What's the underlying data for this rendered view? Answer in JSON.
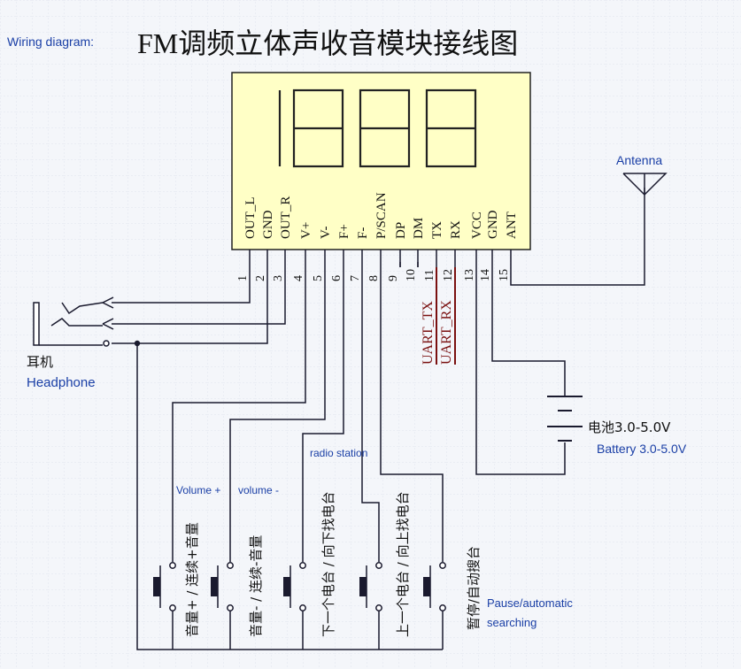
{
  "header": {
    "label_en": "Wiring diagram:",
    "title": "FM调频立体声收音模块接线图"
  },
  "module": {
    "pins": [
      {
        "num": "1",
        "label": "OUT_L"
      },
      {
        "num": "2",
        "label": "GND"
      },
      {
        "num": "3",
        "label": "OUT_R"
      },
      {
        "num": "4",
        "label": "V+"
      },
      {
        "num": "5",
        "label": "V-"
      },
      {
        "num": "6",
        "label": "F+"
      },
      {
        "num": "7",
        "label": "F-"
      },
      {
        "num": "8",
        "label": "P/SCAN"
      },
      {
        "num": "9",
        "label": "DP"
      },
      {
        "num": "10",
        "label": "DM"
      },
      {
        "num": "11",
        "label": "TX"
      },
      {
        "num": "12",
        "label": "RX"
      },
      {
        "num": "13",
        "label": "VCC"
      },
      {
        "num": "14",
        "label": "GND"
      },
      {
        "num": "15",
        "label": "ANT"
      }
    ],
    "uart_tx": "UART_TX",
    "uart_rx": "UART_RX"
  },
  "antenna": {
    "label": "Antenna"
  },
  "battery": {
    "label_cn": "电池3.0-5.0V",
    "label_en": "Battery 3.0-5.0V"
  },
  "headphone": {
    "label_cn": "耳机",
    "label_en": "Headphone"
  },
  "buttons": [
    {
      "cn": "音量+ / 连续+音量",
      "en": "Volume +"
    },
    {
      "cn": "音量- / 连续-音量",
      "en": "volume -"
    },
    {
      "cn": "下一个电台 / 向下找电台",
      "en": "radio station"
    },
    {
      "cn": "上一个电台 / 向上找电台",
      "en": ""
    },
    {
      "cn": "暂停/自动搜台",
      "en": "Pause/automatic searching"
    }
  ],
  "colors": {
    "wire": "#1a1a2e",
    "blue_text": "#1a3fa6",
    "uart": "#7a1010",
    "module_fill": "#ffffc6",
    "grid": "#dfe4ee"
  }
}
